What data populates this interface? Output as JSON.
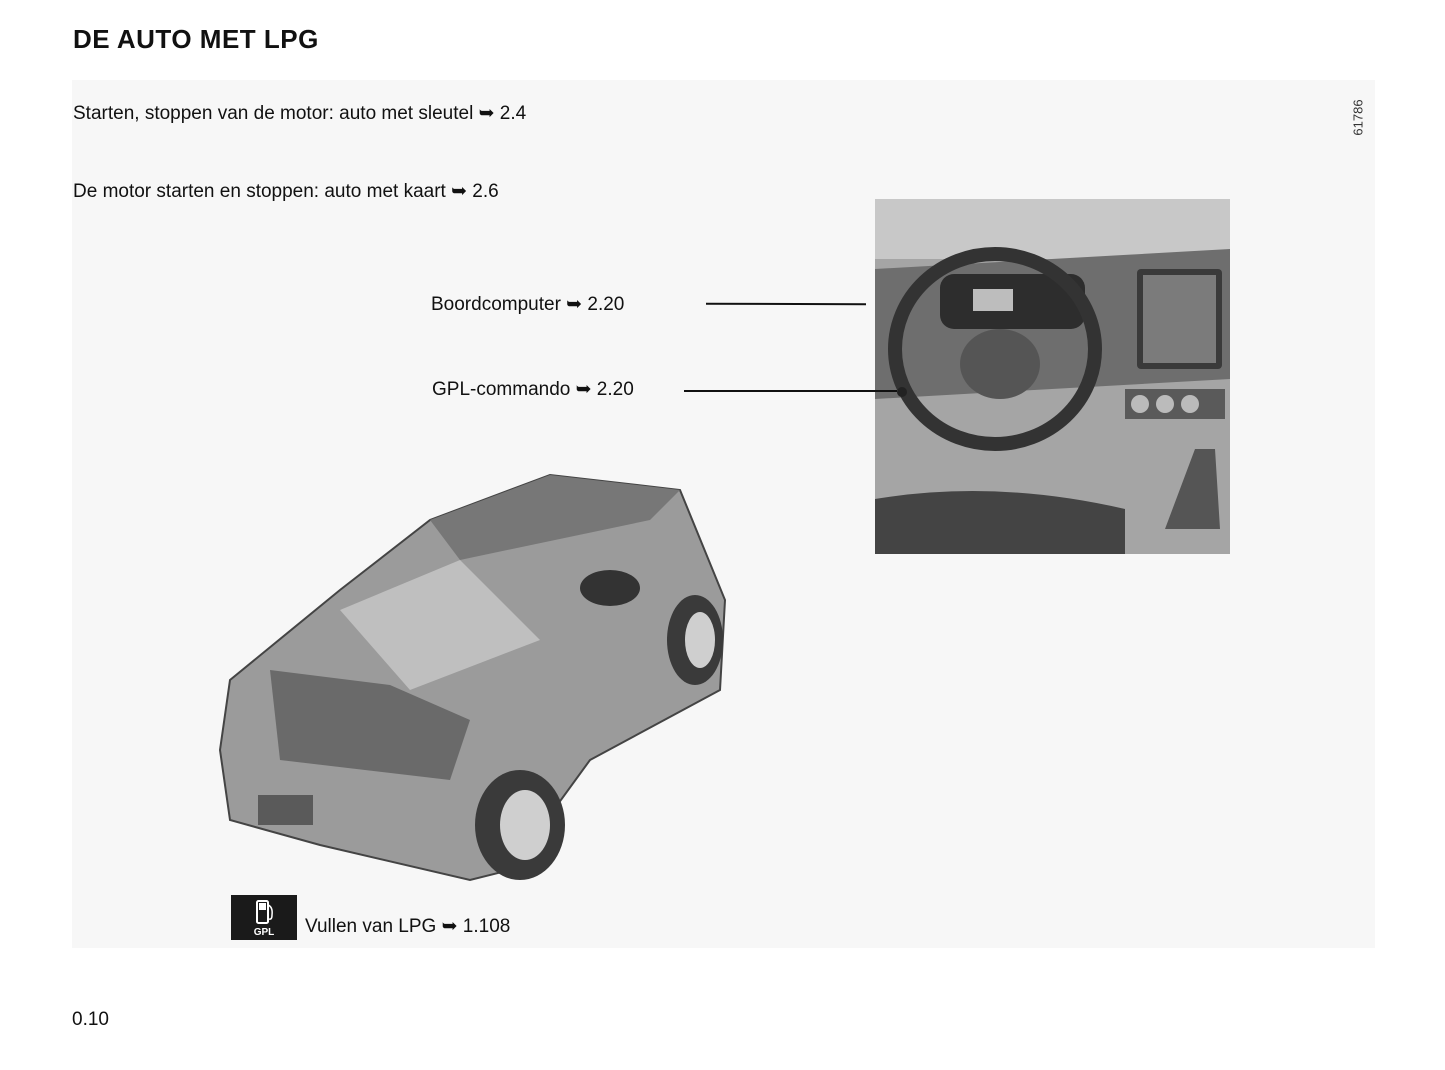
{
  "title": "DE AUTO MET LPG",
  "figure_number": "61786",
  "refs": {
    "start_key": "Starten, stoppen van de motor: auto met sleutel ➥ 2.4",
    "start_card": "De motor starten en stoppen: auto met kaart ➥ 2.6",
    "boordcomputer": "Boordcomputer ➥ 2.20",
    "gpl_command": "GPL-commando ➥ 2.20",
    "fill_lpg": "Vullen van LPG ➥ 1.108"
  },
  "gpl_icon_label": "GPL",
  "page_number": "0.10"
}
